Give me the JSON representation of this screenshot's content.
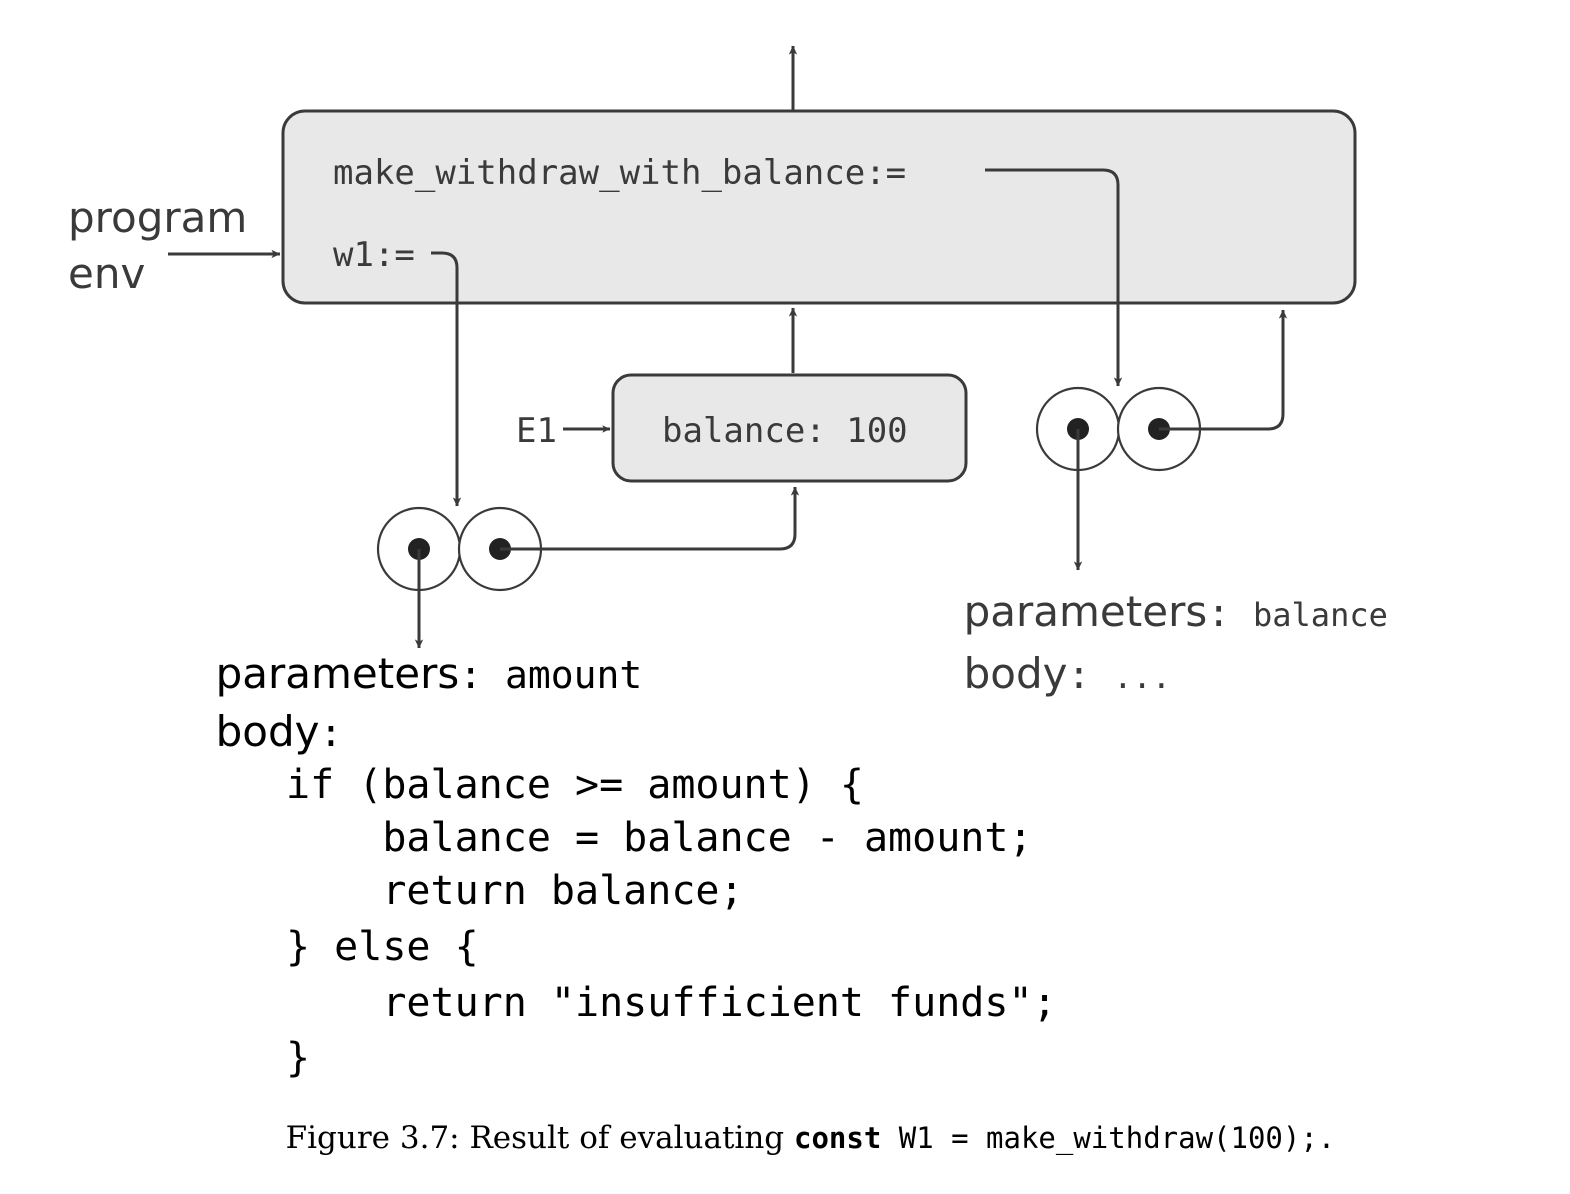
{
  "figure": {
    "domain": "diagram",
    "kind": "environment-model-diagram",
    "caption_prefix": "Figure 3.7: Result of evaluating ",
    "caption_const": "const",
    "caption_code": " W1 = make_withdraw(100);.",
    "background_color": "#ffffff",
    "frame_fill": "#e8e8e8",
    "frame_stroke": "#3a3a3a",
    "text_dark_gray": "#3a3a3a",
    "text_black": "#000000"
  },
  "labels": {
    "program_env_line1": "program",
    "program_env_line2": "env",
    "e1_label": "E1"
  },
  "global_frame": {
    "name": "program env frame",
    "bindings": [
      {
        "name": "make_withdraw_with_balance:=",
        "target": "function-object-right"
      },
      {
        "name": "w1:=",
        "target": "function-object-left"
      }
    ]
  },
  "e1_frame": {
    "name": "E1",
    "bindings": [
      {
        "text": "balance: 100"
      }
    ]
  },
  "function_w1": {
    "parameters_label": "parameters",
    "parameters_colon": ": ",
    "parameters_value": "amount",
    "body_label": "body",
    "body_colon": ":",
    "body_lines": [
      "if (balance >= amount) {",
      "    balance = balance - amount;",
      "    return balance;",
      "} else {",
      "    return \"insufficient funds\";",
      "}"
    ]
  },
  "function_make_withdraw_with_balance": {
    "parameters_label": "parameters",
    "parameters_colon": ": ",
    "parameters_value": "balance",
    "body_label": "body",
    "body_colon": ": ",
    "body_value": "..."
  }
}
